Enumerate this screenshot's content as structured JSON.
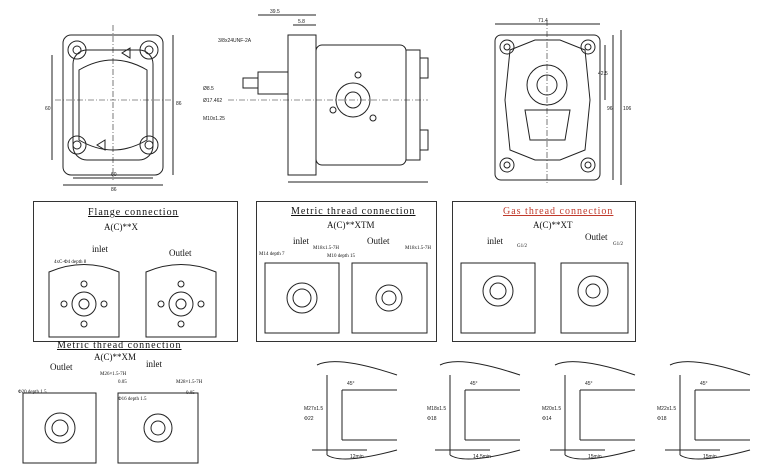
{
  "top_views": {
    "front": {
      "dim_width": "86",
      "dim_inner": "60",
      "dim_height": "86",
      "dim_h2": "60"
    },
    "side": {
      "dim_top": "39.5",
      "dim_shaft": "5.8",
      "thread": "3/8x24UNF-2A",
      "dims_left": [
        "Ø8.5",
        "Ø17.462",
        "M10x1.25"
      ]
    },
    "rear": {
      "dim_top": "71.4",
      "dim_side1": "42.5",
      "dim_side2": "96",
      "dim_side3": "106"
    }
  },
  "panels": {
    "flange": {
      "title": "Flange connection",
      "model": "A(C)**X",
      "inlet": "inlet",
      "outlet": "Outlet",
      "callout": "4xC-Φ4 depth 8"
    },
    "metric": {
      "title": "Metric thread connection",
      "model": "A(C)**XTM",
      "inlet": "inlet",
      "outlet": "Outlet",
      "callout_in": "M14 depth 7",
      "callout_out": "M10 depth 15",
      "callout_in2": "M18x1.5-7H",
      "callout_out2": "M18x1.5-7H"
    },
    "gas": {
      "title": "Gas thread connection",
      "model": "A(C)**XT",
      "inlet": "inlet",
      "outlet": "Outlet",
      "callout_in": "G1/2",
      "callout_out": "G1/2"
    },
    "metric2": {
      "title": "Metric thread connection",
      "model": "A(C)**XM",
      "inlet": "inlet",
      "outlet": "Outlet",
      "callout_out": "Φ20 depth 1.5",
      "thread_in": "M26×1.5-7H",
      "thread_out": "M28×1.5-7H",
      "tol_out": "0.05",
      "tol_in": "0.05",
      "callout_in": "Φ16 depth 1.5"
    }
  },
  "details": {
    "d1": {
      "label": "45°",
      "dims": [
        "M27x1.5",
        "Φ22",
        "12min"
      ]
    },
    "d2": {
      "label": "45°",
      "dims": [
        "M18x1.5",
        "Φ18",
        "14.5min"
      ]
    },
    "d3": {
      "label": "45°",
      "dims": [
        "M20x1.5",
        "Φ14",
        "15min"
      ]
    },
    "d4": {
      "label": "45°",
      "dims": [
        "M22x1.5",
        "Φ18",
        "15min"
      ]
    }
  }
}
